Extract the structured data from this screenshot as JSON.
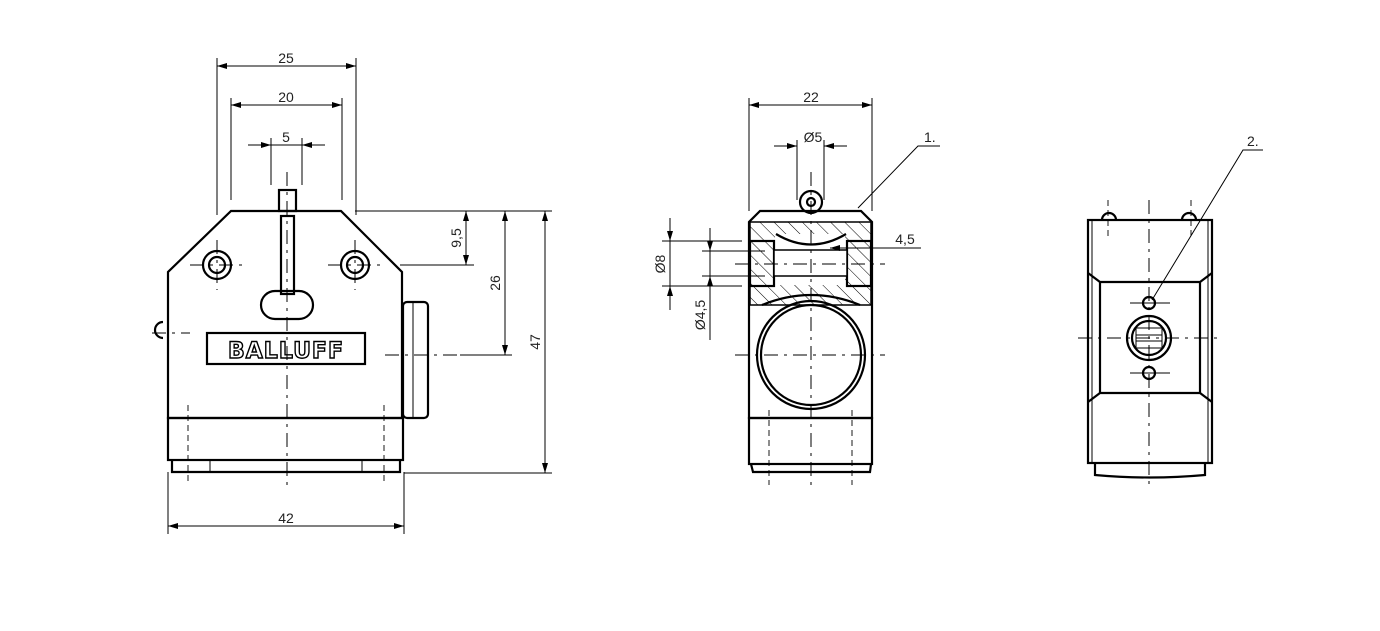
{
  "front_view": {
    "logo_text": "BALLUFF",
    "dimensions": {
      "width_25": "25",
      "width_20": "20",
      "width_5": "5",
      "height_9_5": "9,5",
      "height_26": "26",
      "height_47": "47",
      "width_42": "42"
    }
  },
  "side_view": {
    "dimensions": {
      "width_22": "22",
      "dia_5": "Ø5",
      "dia_8": "Ø8",
      "dia_4_5": "Ø4,5",
      "depth_4_5": "4,5"
    },
    "callout_1": "1."
  },
  "rear_view": {
    "callout_2": "2."
  },
  "colors": {
    "line": "#000000",
    "background": "#ffffff"
  }
}
